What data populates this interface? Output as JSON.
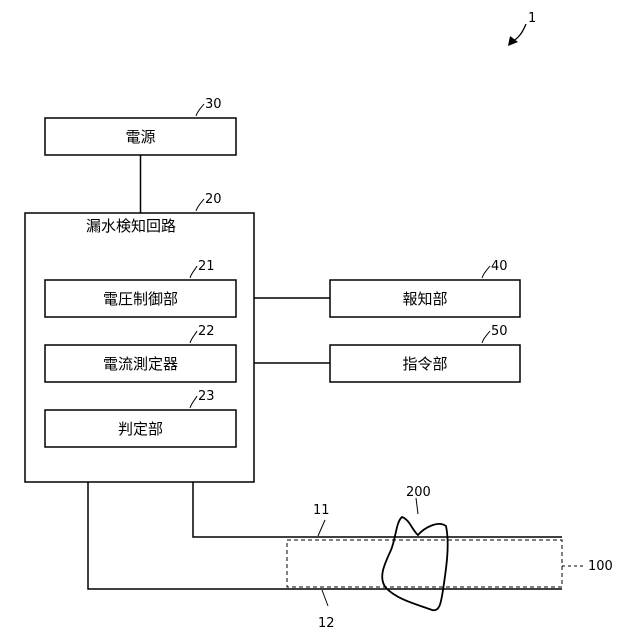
{
  "figure": {
    "figure_ref": "1",
    "blocks": {
      "power_supply": {
        "label": "電源",
        "ref": "30"
      },
      "leak_detection_circuit": {
        "label": "漏水検知回路",
        "ref": "20"
      },
      "voltage_control": {
        "label": "電圧制御部",
        "ref": "21"
      },
      "current_measurement": {
        "label": "電流測定器",
        "ref": "22"
      },
      "judgment": {
        "label": "判定部",
        "ref": "23"
      },
      "notification": {
        "label": "報知部",
        "ref": "40"
      },
      "command": {
        "label": "指令部",
        "ref": "50"
      }
    },
    "wires": {
      "upper_wire_ref": "11",
      "lower_wire_ref": "12"
    },
    "leak_region_ref": "200",
    "detection_zone_ref": "100"
  }
}
